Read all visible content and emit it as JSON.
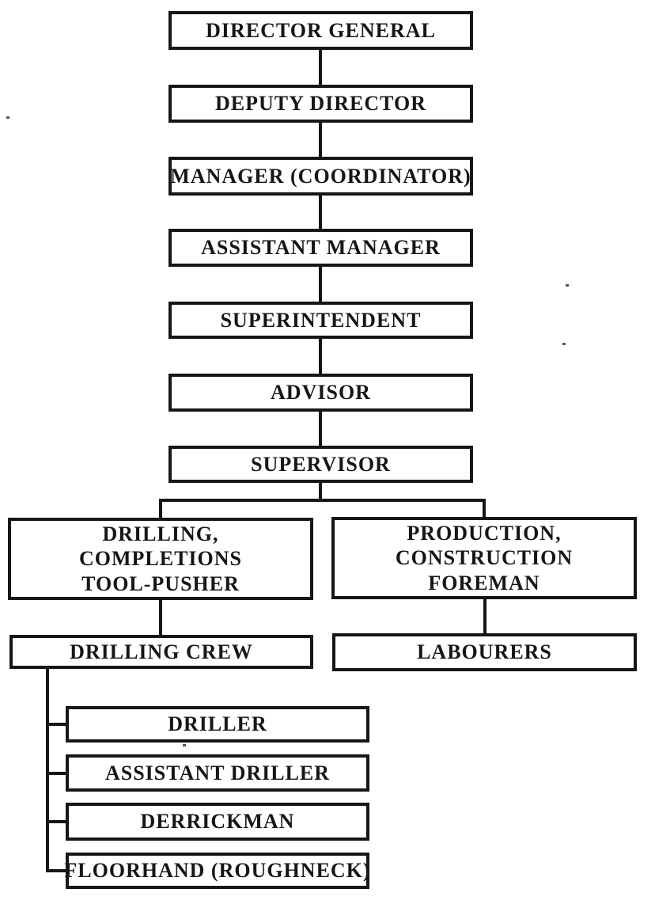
{
  "diagram": {
    "type": "org-chart",
    "colors": {
      "ink": "#161616",
      "paper": "#ffffff"
    },
    "chain": [
      {
        "label": "DIRECTOR GENERAL"
      },
      {
        "label": "DEPUTY DIRECTOR"
      },
      {
        "label": "MANAGER (COORDINATOR)"
      },
      {
        "label": "ASSISTANT MANAGER"
      },
      {
        "label": "SUPERINTENDENT"
      },
      {
        "label": "ADVISOR"
      },
      {
        "label": "SUPERVISOR"
      }
    ],
    "branches": {
      "left": {
        "head_lines": [
          "DRILLING,",
          "COMPLETIONS",
          "TOOL-PUSHER"
        ],
        "child_label": "DRILLING CREW",
        "crew": [
          {
            "label": "DRILLER"
          },
          {
            "label": "ASSISTANT DRILLER"
          },
          {
            "label": "DERRICKMAN"
          },
          {
            "label": "FLOORHAND (ROUGHNECK)"
          }
        ]
      },
      "right": {
        "head_lines": [
          "PRODUCTION,",
          "CONSTRUCTION",
          "FOREMAN"
        ],
        "child_label": "LABOURERS"
      }
    }
  }
}
